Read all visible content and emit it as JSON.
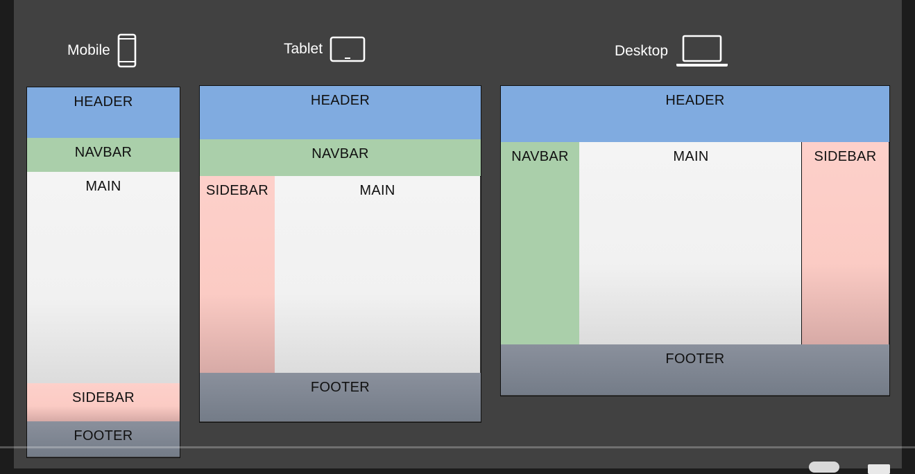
{
  "mobile": {
    "title": "Mobile",
    "icon": "smartphone-icon",
    "blocks": {
      "header": "HEADER",
      "navbar": "NAVBAR",
      "main": "MAIN",
      "sidebar": "SIDEBAR",
      "footer": "FOOTER"
    }
  },
  "tablet": {
    "title": "Tablet",
    "icon": "tablet-icon",
    "blocks": {
      "header": "HEADER",
      "navbar": "NAVBAR",
      "sidebar": "SIDEBAR",
      "main": "MAIN",
      "footer": "FOOTER"
    }
  },
  "desktop": {
    "title": "Desktop",
    "icon": "laptop-icon",
    "blocks": {
      "header": "HEADER",
      "navbar": "NAVBAR",
      "main": "MAIN",
      "sidebar": "SIDEBAR",
      "footer": "FOOTER"
    }
  },
  "colors": {
    "background": "#414141",
    "header": "#80abe0",
    "navbar": "#aacfaa",
    "main": "#f4f4f4",
    "sidebar": "#fdd0ca",
    "footer": "#7d8590"
  }
}
